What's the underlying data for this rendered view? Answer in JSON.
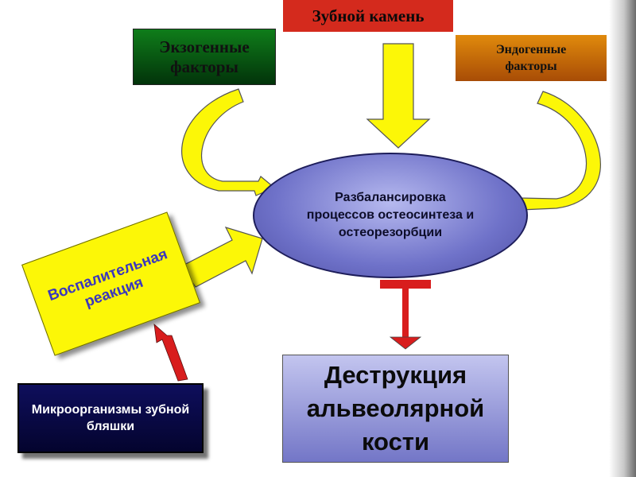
{
  "nodes": {
    "stone": "Зубной камень",
    "exogenous": "Экзогенные факторы",
    "endogenous": "Эндогенные факторы",
    "center": "Разбалансировка процессов остеосинтеза и остеорезорбции",
    "inflammation": "Воспалительная реакция",
    "microorganisms": "Микроорганизмы зубной бляшки",
    "destruction": "Деструкция альвеолярной кости"
  },
  "colors": {
    "stone": "#d42a1d",
    "exogenous": "#0f7d1a",
    "endogenous": "#e08a0c",
    "center": "#7b7ed2",
    "inflammation": "#fcf707",
    "inflammation_text": "#3b37bd",
    "microorganisms": "#0e0e5c",
    "destruction": "#9fa2e0",
    "arrow_yellow": "#fcf707",
    "arrow_red": "#d81d1d"
  },
  "edges": [
    {
      "from": "stone",
      "to": "center",
      "style": "yellow-block-arrow"
    },
    {
      "from": "exogenous",
      "to": "center",
      "style": "yellow-curved-arrow"
    },
    {
      "from": "endogenous",
      "to": "center",
      "style": "yellow-curved-arrow"
    },
    {
      "from": "inflammation",
      "to": "center",
      "style": "yellow-block-arrow"
    },
    {
      "from": "microorganisms",
      "to": "inflammation",
      "style": "red-arrow"
    },
    {
      "from": "center",
      "to": "destruction",
      "style": "red-arrow"
    }
  ]
}
